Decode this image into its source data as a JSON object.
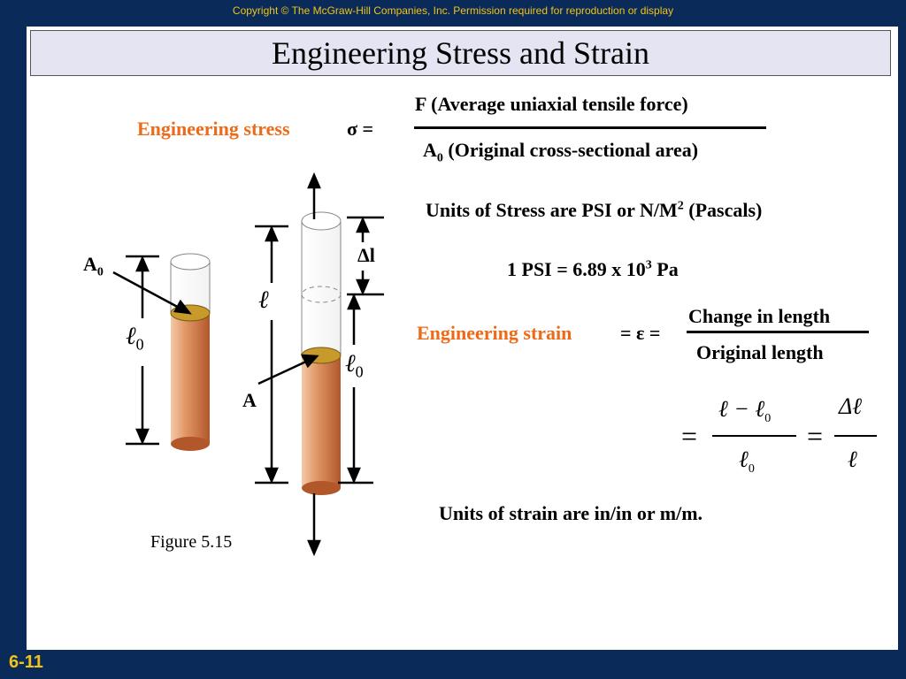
{
  "copyright": "Copyright © The McGraw-Hill Companies, Inc. Permission required for reproduction or display",
  "title": "Engineering Stress and Strain",
  "slide_number": "6-11",
  "stress": {
    "label": "Engineering stress",
    "symbol": "σ =",
    "numerator": "F (Average uniaxial tensile force)",
    "denominator_base": "A",
    "denominator_sub": "0",
    "denominator_text": "(Original cross-sectional area)",
    "units_text": "Units of Stress are PSI or N/M",
    "units_sup": "2",
    "units_tail": "(Pascals)",
    "conversion_text": "1 PSI = 6.89 x 10",
    "conversion_sup": "3",
    "conversion_tail": "Pa"
  },
  "strain": {
    "label": "Engineering strain",
    "symbol": "= ε =",
    "numerator": "Change in length",
    "denominator": "Original  length",
    "eq_sign_1": "=",
    "eq_sign_2": "=",
    "frac1_num": "ℓ − ℓ",
    "frac1_num_sub": "0",
    "frac1_den": "ℓ",
    "frac1_den_sub": "0",
    "frac2_num": "Δℓ",
    "frac2_den": "ℓ",
    "units_text": "Units of strain are in/in or m/m."
  },
  "figure": {
    "caption": "Figure 5.15",
    "label_a0": "A",
    "label_a0_sub": "0",
    "label_a": "A",
    "label_l": "ℓ",
    "label_l0": "ℓ",
    "label_l0_sub": "0",
    "label_l0_right": "ℓ",
    "label_l0_right_sub": "0",
    "label_delta_l": "Δl"
  },
  "colors": {
    "background": "#0a2a5a",
    "accent_orange": "#ee6a18",
    "copyright_yellow": "#f0c419",
    "copper": "#d98a57",
    "copper_top": "#c89a2c"
  }
}
